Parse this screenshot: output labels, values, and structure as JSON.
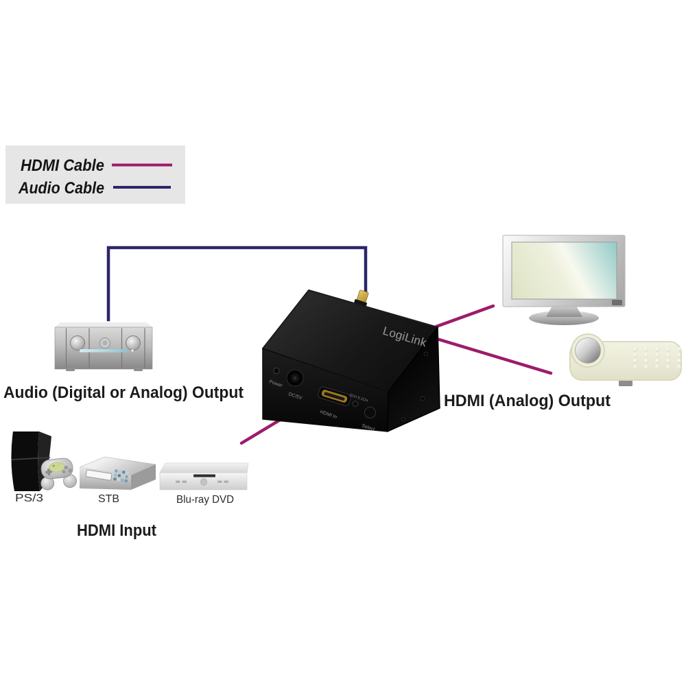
{
  "legend": {
    "hdmi": {
      "label": "HDMI Cable",
      "color": "#9c1c6b"
    },
    "audio": {
      "label": "Audio Cable",
      "color": "#2b2768"
    }
  },
  "device": {
    "brand": "LogiLink",
    "front": {
      "power": "Power",
      "dc": "DC/5V",
      "hdmi_in": "HDMI In",
      "mode": "2CH 5.1CH",
      "select": "Select"
    }
  },
  "sources": {
    "ps3": "PS/3",
    "stb": "STB",
    "bluray": "Blu-ray DVD",
    "group_label": "HDMI Input"
  },
  "outputs": {
    "audio_label": "Audio (Digital or Analog) Output",
    "hdmi_label": "HDMI (Analog) Output"
  }
}
